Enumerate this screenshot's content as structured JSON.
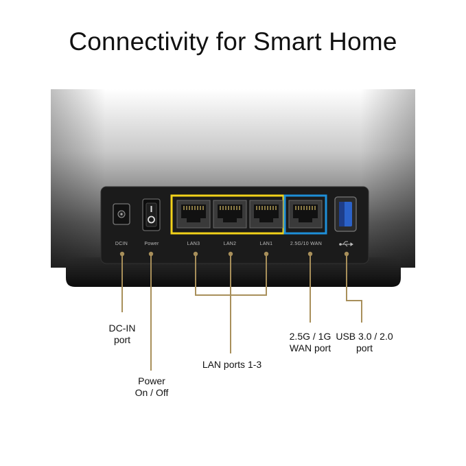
{
  "headline": "Connectivity for Smart Home",
  "panel_labels": {
    "dcin": "DCIN",
    "power": "Power",
    "lan3": "LAN3",
    "lan2": "LAN2",
    "lan1": "LAN1",
    "wan": "2.5G/10 WAN"
  },
  "callouts": {
    "dcin_line1": "DC-IN",
    "dcin_line2": "port",
    "power_line1": "Power",
    "power_line2": "On / Off",
    "lan": "LAN ports 1-3",
    "wan_line1": "2.5G / 1G",
    "wan_line2": "WAN port",
    "usb_line1": "USB 3.0 / 2.0",
    "usb_line2": "port"
  },
  "colors": {
    "lan_highlight": "#f2d21a",
    "wan_highlight": "#1e8fd8",
    "leader_line": "#a88f5a",
    "usb_port": "#2b62c9",
    "panel": "#1b1b1b"
  },
  "icons": [
    "usb-icon",
    "power-switch-icon",
    "dc-in-jack-icon"
  ]
}
